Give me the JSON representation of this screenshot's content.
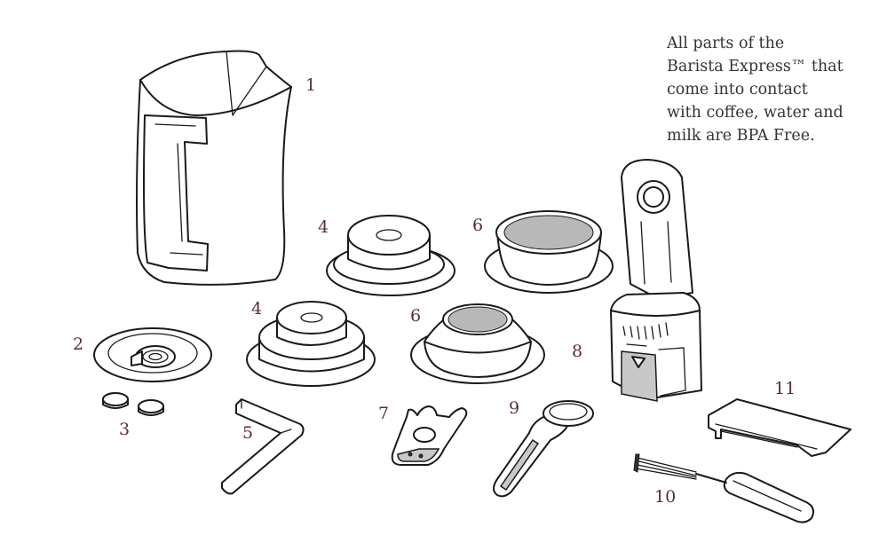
{
  "note_lines": [
    "All parts of the",
    "Barista Express™ that",
    "come into contact",
    "with coffee, water and",
    "milk are BPA Free."
  ],
  "part_numbers": {
    "jug": "1",
    "dish": "2",
    "tablets": "3",
    "filter_single_top": "4",
    "filter_single_bottom": "4",
    "wrench": "5",
    "filter_dual_top": "6",
    "filter_dual_bottom": "6",
    "tool": "7",
    "holder": "8",
    "scoop": "9",
    "brush": "10",
    "card": "11"
  },
  "colors": {
    "label": "#5a2a48",
    "note_text": "#333333",
    "line": "#1a1a1a",
    "shade": "#c8c8c8"
  }
}
